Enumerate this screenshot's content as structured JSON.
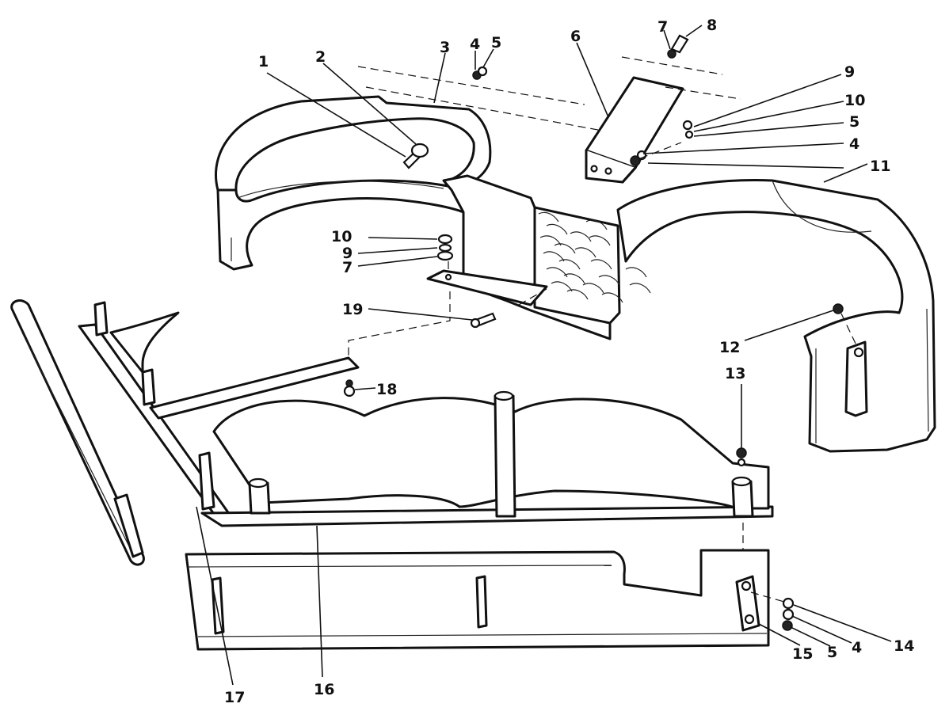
{
  "callouts": [
    {
      "id": "c1",
      "text": "1"
    },
    {
      "id": "c2",
      "text": "2"
    },
    {
      "id": "c3",
      "text": "3"
    },
    {
      "id": "c4a",
      "text": "4"
    },
    {
      "id": "c5a",
      "text": "5"
    },
    {
      "id": "c6",
      "text": "6"
    },
    {
      "id": "c7a",
      "text": "7"
    },
    {
      "id": "c8",
      "text": "8"
    },
    {
      "id": "c9a",
      "text": "9"
    },
    {
      "id": "c10a",
      "text": "10"
    },
    {
      "id": "c5b",
      "text": "5"
    },
    {
      "id": "c4b",
      "text": "4"
    },
    {
      "id": "c11",
      "text": "11"
    },
    {
      "id": "c10b",
      "text": "10"
    },
    {
      "id": "c9b",
      "text": "9"
    },
    {
      "id": "c7b",
      "text": "7"
    },
    {
      "id": "c19",
      "text": "19"
    },
    {
      "id": "c12",
      "text": "12"
    },
    {
      "id": "c13",
      "text": "13"
    },
    {
      "id": "c18",
      "text": "18"
    },
    {
      "id": "c14",
      "text": "14"
    },
    {
      "id": "c5c",
      "text": "5"
    },
    {
      "id": "c4c",
      "text": "4"
    },
    {
      "id": "c15",
      "text": "15"
    },
    {
      "id": "c16",
      "text": "16"
    },
    {
      "id": "c17",
      "text": "17"
    }
  ]
}
